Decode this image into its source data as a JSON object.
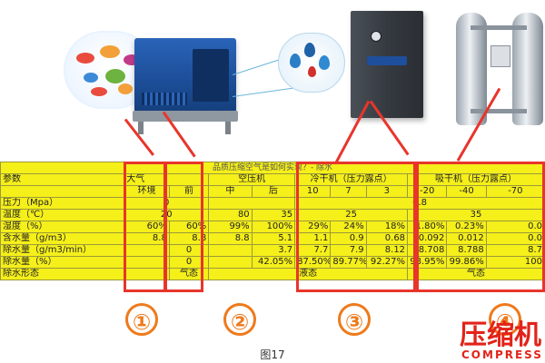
{
  "table": {
    "title": "品质压缩空气是如何实现？- 除水",
    "header": {
      "param": "参数",
      "atmosphere": "大气",
      "compressor": "空压机",
      "refrigerated_dryer": "冷干机（压力露点）",
      "adsorption_dryer": "吸干机（压力露点）"
    },
    "subheader": [
      "",
      "环境",
      "前",
      "中",
      "后",
      "10",
      "7",
      "3",
      "-20",
      "-40",
      "-70"
    ],
    "rows": [
      {
        "label": "压力（Mpa）",
        "cells": [
          "0",
          "",
          "",
          "",
          "",
          "0.8",
          "",
          "",
          "",
          ""
        ]
      },
      {
        "label": "温度（℃）",
        "cells": [
          "20",
          "",
          "80",
          "35",
          "",
          "25",
          "",
          "",
          "35",
          ""
        ]
      },
      {
        "label": "湿度（%）",
        "cells": [
          "60%",
          "60%",
          "99%",
          "100%",
          "29%",
          "24%",
          "18%",
          "1.80%",
          "0.23%",
          "0.0"
        ]
      },
      {
        "label": "含水量（g/m3）",
        "cells": [
          "8.8",
          "8.8",
          "8.8",
          "5.1",
          "1.1",
          "0.9",
          "0.68",
          "0.092",
          "0.012",
          "0.0"
        ]
      },
      {
        "label": "除水量（g/m3/min）",
        "cells": [
          "",
          "0",
          "",
          "3.7",
          "7.7",
          "7.9",
          "8.12",
          "8.708",
          "8.788",
          "8.7"
        ]
      },
      {
        "label": "除水量（%）",
        "cells": [
          "",
          "0",
          "",
          "42.05%",
          "87.50%",
          "89.77%",
          "92.27%",
          "98.95%",
          "99.86%",
          "100"
        ]
      },
      {
        "label": "除水形态",
        "cells": [
          "",
          "气态",
          "",
          "",
          "",
          "液态",
          "",
          "",
          "气态",
          ""
        ]
      }
    ]
  },
  "stage_numbers": [
    "①",
    "②",
    "③",
    "④"
  ],
  "caption": "图17",
  "brand": {
    "cn": "压缩机",
    "en": "COMPRESS"
  },
  "colors": {
    "table_bg": "#f5ef1a",
    "highlight": "#e8352b",
    "number": "#ee7a1c",
    "brand": "#e2231a"
  },
  "icons": [
    "cloud-pollution-icon",
    "air-compressor-icon",
    "water-drops-icon",
    "refrigerated-dryer-icon",
    "adsorption-dryer-icon"
  ]
}
